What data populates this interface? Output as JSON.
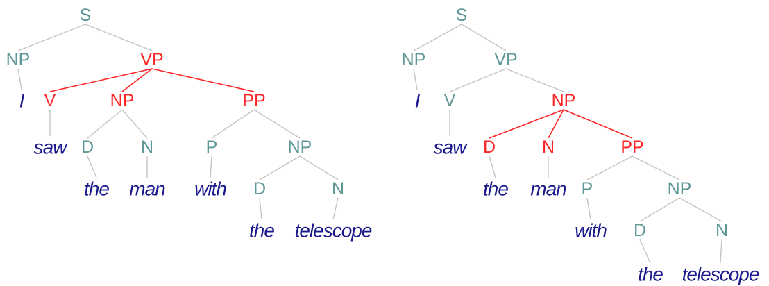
{
  "colors": {
    "category": "#5f9797",
    "word": "#1a1a8c",
    "highlight": "#ff2424",
    "edge": "#c4c4c4"
  },
  "trees": [
    {
      "id": "tree-1",
      "nodes": [
        {
          "id": "s",
          "label": "S",
          "kind": "category"
        },
        {
          "id": "np1",
          "label": "NP",
          "kind": "category"
        },
        {
          "id": "i",
          "label": "I",
          "kind": "word"
        },
        {
          "id": "vp",
          "label": "VP",
          "kind": "category",
          "highlight": true
        },
        {
          "id": "v",
          "label": "V",
          "kind": "category",
          "highlight": true
        },
        {
          "id": "saw",
          "label": "saw",
          "kind": "word"
        },
        {
          "id": "np2",
          "label": "NP",
          "kind": "category",
          "highlight": true
        },
        {
          "id": "d1",
          "label": "D",
          "kind": "category"
        },
        {
          "id": "the1",
          "label": "the",
          "kind": "word"
        },
        {
          "id": "n1",
          "label": "N",
          "kind": "category"
        },
        {
          "id": "man",
          "label": "man",
          "kind": "word"
        },
        {
          "id": "pp",
          "label": "PP",
          "kind": "category",
          "highlight": true
        },
        {
          "id": "p",
          "label": "P",
          "kind": "category"
        },
        {
          "id": "with",
          "label": "with",
          "kind": "word"
        },
        {
          "id": "np3",
          "label": "NP",
          "kind": "category"
        },
        {
          "id": "d2",
          "label": "D",
          "kind": "category"
        },
        {
          "id": "the2",
          "label": "the",
          "kind": "word"
        },
        {
          "id": "n2",
          "label": "N",
          "kind": "category"
        },
        {
          "id": "telescope",
          "label": "telescope",
          "kind": "word"
        }
      ],
      "edges": [
        {
          "from": "s",
          "to": "np1"
        },
        {
          "from": "s",
          "to": "vp"
        },
        {
          "from": "np1",
          "to": "i"
        },
        {
          "from": "vp",
          "to": "v",
          "highlight": true
        },
        {
          "from": "vp",
          "to": "np2",
          "highlight": true
        },
        {
          "from": "vp",
          "to": "pp",
          "highlight": true
        },
        {
          "from": "v",
          "to": "saw"
        },
        {
          "from": "np2",
          "to": "d1"
        },
        {
          "from": "np2",
          "to": "n1"
        },
        {
          "from": "d1",
          "to": "the1"
        },
        {
          "from": "n1",
          "to": "man"
        },
        {
          "from": "pp",
          "to": "p"
        },
        {
          "from": "pp",
          "to": "np3"
        },
        {
          "from": "p",
          "to": "with"
        },
        {
          "from": "np3",
          "to": "d2"
        },
        {
          "from": "np3",
          "to": "n2"
        },
        {
          "from": "d2",
          "to": "the2"
        },
        {
          "from": "n2",
          "to": "telescope"
        }
      ]
    },
    {
      "id": "tree-2",
      "nodes": [
        {
          "id": "s",
          "label": "S",
          "kind": "category"
        },
        {
          "id": "np1",
          "label": "NP",
          "kind": "category"
        },
        {
          "id": "i",
          "label": "I",
          "kind": "word"
        },
        {
          "id": "vp",
          "label": "VP",
          "kind": "category"
        },
        {
          "id": "v",
          "label": "V",
          "kind": "category"
        },
        {
          "id": "saw",
          "label": "saw",
          "kind": "word"
        },
        {
          "id": "np2",
          "label": "NP",
          "kind": "category",
          "highlight": true
        },
        {
          "id": "d1",
          "label": "D",
          "kind": "category",
          "highlight": true
        },
        {
          "id": "the1",
          "label": "the",
          "kind": "word"
        },
        {
          "id": "n1",
          "label": "N",
          "kind": "category",
          "highlight": true
        },
        {
          "id": "man",
          "label": "man",
          "kind": "word"
        },
        {
          "id": "pp",
          "label": "PP",
          "kind": "category",
          "highlight": true
        },
        {
          "id": "p",
          "label": "P",
          "kind": "category"
        },
        {
          "id": "with",
          "label": "with",
          "kind": "word"
        },
        {
          "id": "np3",
          "label": "NP",
          "kind": "category"
        },
        {
          "id": "d2",
          "label": "D",
          "kind": "category"
        },
        {
          "id": "the2",
          "label": "the",
          "kind": "word"
        },
        {
          "id": "n2",
          "label": "N",
          "kind": "category"
        },
        {
          "id": "telescope",
          "label": "telescope",
          "kind": "word"
        }
      ],
      "edges": [
        {
          "from": "s",
          "to": "np1"
        },
        {
          "from": "s",
          "to": "vp"
        },
        {
          "from": "np1",
          "to": "i"
        },
        {
          "from": "vp",
          "to": "v"
        },
        {
          "from": "vp",
          "to": "np2"
        },
        {
          "from": "v",
          "to": "saw"
        },
        {
          "from": "np2",
          "to": "d1",
          "highlight": true
        },
        {
          "from": "np2",
          "to": "n1",
          "highlight": true
        },
        {
          "from": "np2",
          "to": "pp",
          "highlight": true
        },
        {
          "from": "d1",
          "to": "the1"
        },
        {
          "from": "n1",
          "to": "man"
        },
        {
          "from": "pp",
          "to": "p"
        },
        {
          "from": "pp",
          "to": "np3"
        },
        {
          "from": "p",
          "to": "with"
        },
        {
          "from": "np3",
          "to": "d2"
        },
        {
          "from": "np3",
          "to": "n2"
        },
        {
          "from": "d2",
          "to": "the2"
        },
        {
          "from": "n2",
          "to": "telescope"
        }
      ]
    }
  ]
}
